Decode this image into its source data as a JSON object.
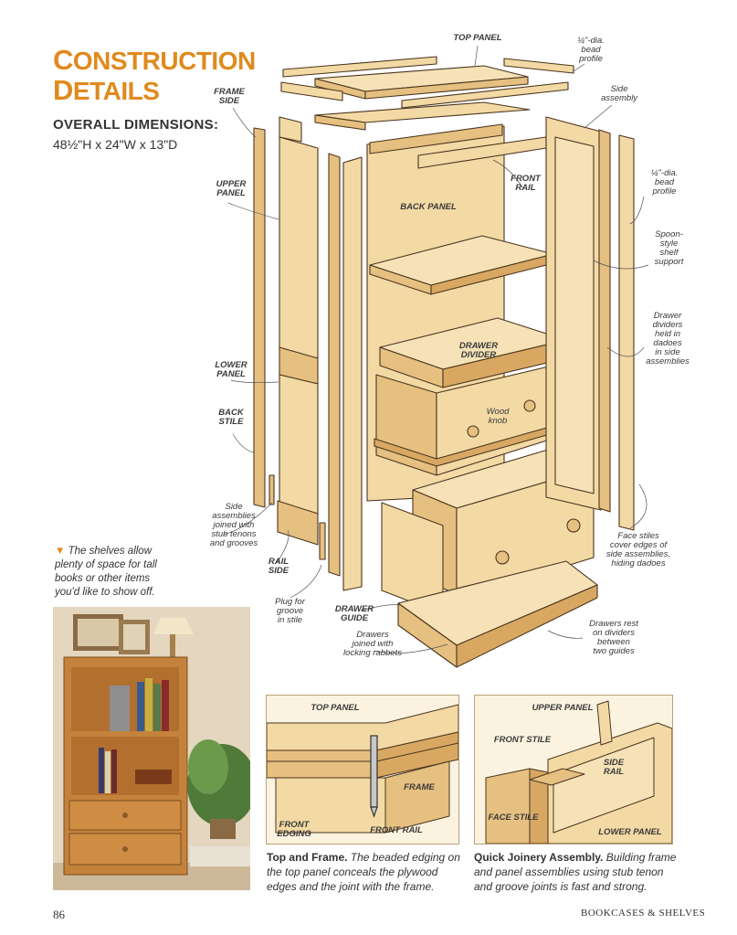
{
  "title": {
    "line1_cap": "C",
    "line1_rest": "ONSTRUCTION",
    "line2_cap": "D",
    "line2_rest": "ETAILS"
  },
  "dimensions": {
    "heading": "OVERALL DIMENSIONS:",
    "value": "48½\"H x 24\"W x 13\"D"
  },
  "labels": {
    "top_panel": "TOP PANEL",
    "bead_profile_top": "¼\"-dia.\nbead\nprofile",
    "side_assembly": "Side\nassembly",
    "frame_side": "FRAME\nSIDE",
    "front_rail": "FRONT\nRAIL",
    "bead_profile_side": "¼\"-dia.\nbead\nprofile",
    "upper_panel": "UPPER\nPANEL",
    "back_panel": "BACK PANEL",
    "spoon_support": "Spoon-\nstyle\nshelf\nsupport",
    "drawer_dividers": "Drawer\ndividers\nheld in\ndadoes\nin side\nassemblies",
    "drawer_divider": "DRAWER\nDIVIDER",
    "lower_panel": "LOWER\nPANEL",
    "wood_knob": "Wood\nknob",
    "back_stile": "BACK\nSTILE",
    "side_assemblies_joined": "Side\nassemblies\njoined with\nstub tenons\nand grooves",
    "face_stiles": "Face stiles\ncover edges of\nside assemblies,\nhiding dadoes",
    "rail_side": "RAIL\nSIDE",
    "plug_groove": "Plug for\ngroove\nin stile",
    "drawer_guide": "DRAWER\nGUIDE",
    "drawers_joined": "Drawers\njoined with\nlocking rabbets",
    "drawers_rest": "Drawers rest\non dividers\nbetween\ntwo guides"
  },
  "shelf_note": "The shelves allow plenty of space for tall books or other items you'd like to show off.",
  "inset_left": {
    "top_panel": "TOP PANEL",
    "frame": "FRAME",
    "front_edging": "FRONT\nEDGING",
    "front_rail": "FRONT RAIL",
    "caption_bold": "Top and Frame.",
    "caption_text": " The beaded edging on the top panel conceals the plywood edges and the joint with the frame."
  },
  "inset_right": {
    "upper_panel": "UPPER PANEL",
    "front_stile": "FRONT STILE",
    "side_rail": "SIDE\nRAIL",
    "face_stile": "FACE STILE",
    "lower_panel": "LOWER PANEL",
    "caption_bold": "Quick Joinery Assembly.",
    "caption_text": " Building frame and panel assemblies using stub tenon and groove joints is fast and strong."
  },
  "footer": {
    "page_number": "86",
    "section": "BOOKCASES & SHELVES"
  },
  "colors": {
    "accent": "#e08a1e",
    "wood_light": "#f3d9a4",
    "wood_mid": "#e6c080",
    "wood_dark": "#c99a55",
    "outline": "#4a3520"
  }
}
